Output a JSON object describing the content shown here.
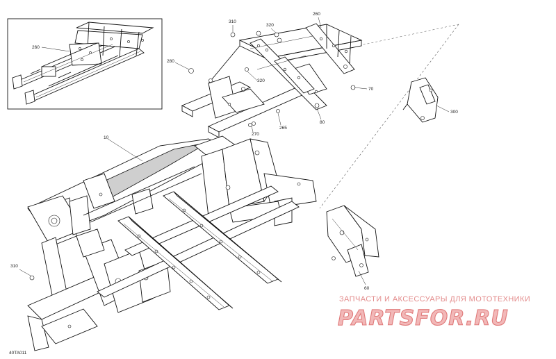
{
  "diagram": {
    "code": "40TA011",
    "callouts": [
      {
        "id": "c1",
        "label": "260"
      },
      {
        "id": "c2",
        "label": "310"
      },
      {
        "id": "c3",
        "label": "320"
      },
      {
        "id": "c4",
        "label": "260"
      },
      {
        "id": "c5",
        "label": "280"
      },
      {
        "id": "c6",
        "label": "320"
      },
      {
        "id": "c7",
        "label": "70"
      },
      {
        "id": "c8",
        "label": "80"
      },
      {
        "id": "c9",
        "label": "270"
      },
      {
        "id": "c10",
        "label": "265"
      },
      {
        "id": "c11",
        "label": "300"
      },
      {
        "id": "c12",
        "label": "10"
      },
      {
        "id": "c13",
        "label": "310"
      },
      {
        "id": "c14",
        "label": "60"
      }
    ]
  },
  "watermark": {
    "tagline": "ЗАПЧАСТИ И АКСЕССУАРЫ ДЛЯ МОТОТЕХНИКИ",
    "logo": "PARTSFOR.RU"
  }
}
